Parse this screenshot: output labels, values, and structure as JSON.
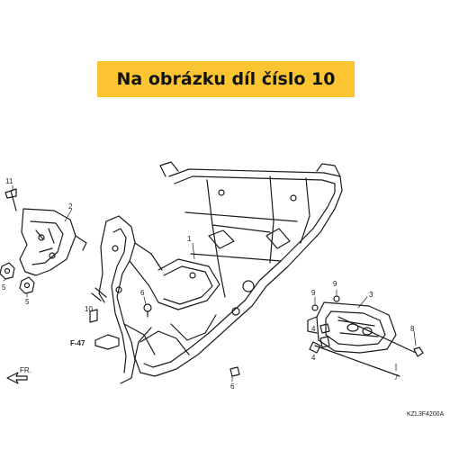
{
  "banner": {
    "text": "Na obrázku díl číslo 10"
  },
  "callouts": {
    "c1": "1",
    "c2": "2",
    "c3": "3",
    "c4a": "4",
    "c4b": "4",
    "c5a": "5",
    "c5b": "5",
    "c6a": "6",
    "c6b": "6",
    "c7": "7",
    "c8": "8",
    "c9a": "9",
    "c9b": "9",
    "c10": "10",
    "c11": "11"
  },
  "reference": {
    "label": "F-47"
  },
  "direction": {
    "label": "FR."
  },
  "diagram_code": "KZL3F4200A",
  "colors": {
    "banner": "#fbc531",
    "line": "#1a1a1a"
  }
}
